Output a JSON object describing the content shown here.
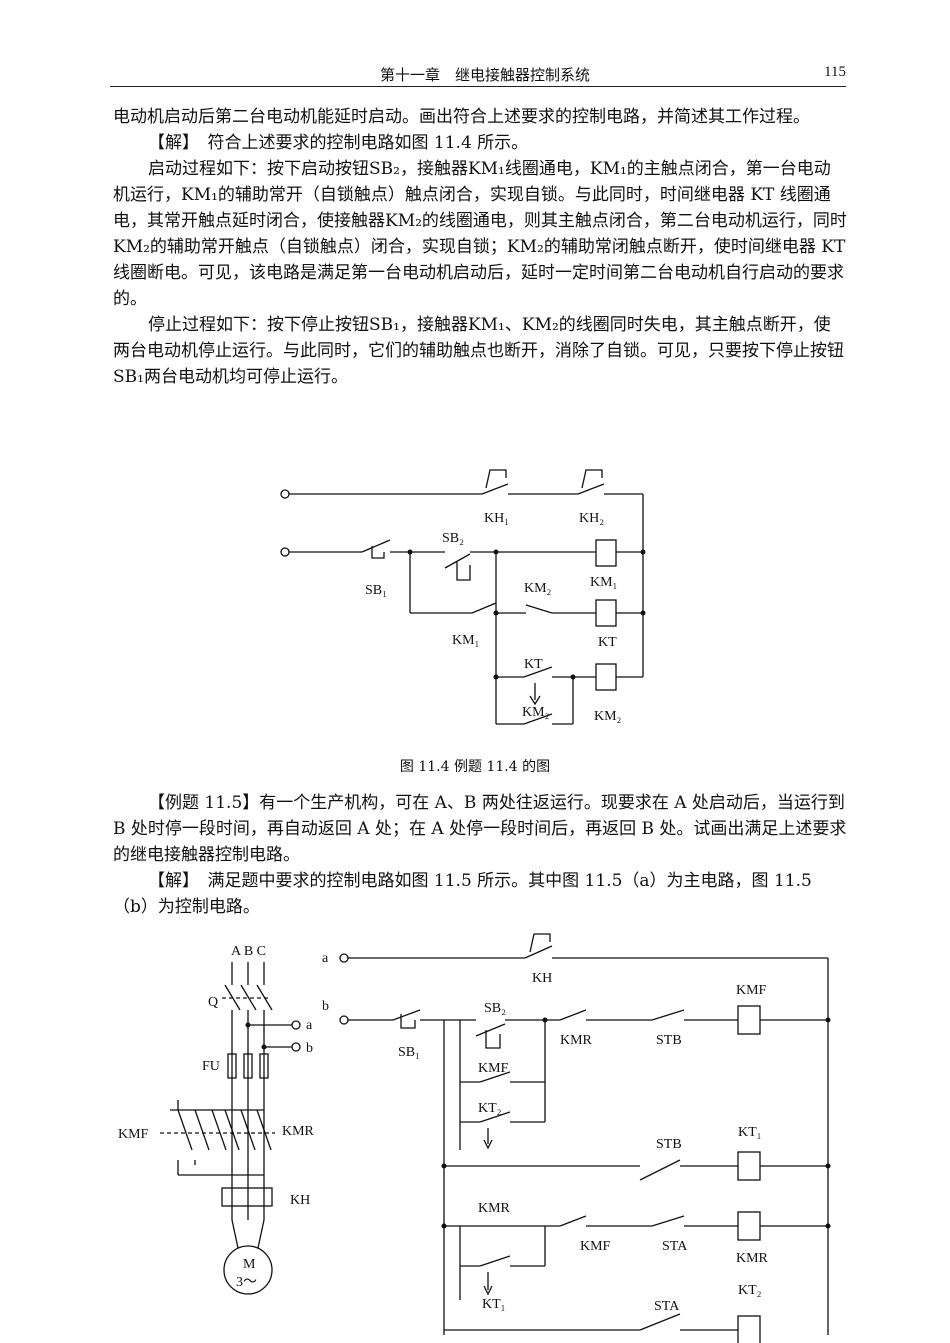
{
  "header": {
    "chapter_title": "第十一章　继电接触器控制系统",
    "page_number": "115"
  },
  "paragraphs": [
    "电动机启动后第二台电动机能延时启动。画出符合上述要求的控制电路，并简述其工作过程。",
    "【解】　符合上述要求的控制电路如图 11.4 所示。",
    "启动过程如下：按下启动按钮SB₂，接触器KM₁线圈通电，KM₁的主触点闭合，第一台电动机运行，KM₁的辅助常开（自锁触点）触点闭合，实现自锁。与此同时，时间继电器 KT 线圈通电，其常开触点延时闭合，使接触器KM₂的线圈通电，则其主触点闭合，第二台电动机运行，同时KM₂的辅助常开触点（自锁触点）闭合，实现自锁；KM₂的辅助常闭触点断开，使时间继电器 KT 线圈断电。可见，该电路是满足第一台电动机启动后，延时一定时间第二台电动机自行启动的要求的。",
    "停止过程如下：按下停止按钮SB₁，接触器KM₁、KM₂的线圈同时失电，其主触点断开，使两台电动机停止运行。与此同时，它们的辅助触点也断开，消除了自锁。可见，只要按下停止按钮SB₁两台电动机均可停止运行。",
    "【例题 11.5】有一个生产机构，可在 A、B 两处往返运行。现要求在 A 处启动后，当运行到 B 处时停一段时间，再自动返回 A 处；在 A 处停一段时间后，再返回 B 处。试画出满足上述要求的继电接触器控制电路。",
    "【解】　满足题中要求的控制电路如图 11.5 所示。其中图 11.5（a）为主电路，图 11.5（b）为控制电路。"
  ],
  "fig114": {
    "caption": "图 11.4  例题 11.4 的图",
    "labels": {
      "kh1": "KH₁",
      "kh2": "KH₂",
      "sb2": "SB₂",
      "sb1": "SB₁",
      "km2a": "KM₂",
      "km1coil": "KM₁",
      "km1": "KM₁",
      "kt_coil": "KT",
      "kt": "KT",
      "km2b": "KM₂",
      "km2coil": "KM₂"
    }
  },
  "fig115": {
    "labels": {
      "abc": "A  B  C",
      "q": "Q",
      "fu": "FU",
      "kmf_l": "KMF",
      "kmr_l": "KMR",
      "kh_main": "KH",
      "motor_m": "M",
      "motor_3": "3～",
      "a_out": "a",
      "b_out": "b",
      "a": "a",
      "b": "b",
      "kh": "KH",
      "kmf_coil": "KMF",
      "sb2": "SB₂",
      "sb1": "SB₁",
      "kmr_nc": "KMR",
      "stb": "STB",
      "kmf_hold": "KMF",
      "kt2": "KT₂",
      "kt1coil": "KT₁",
      "stb2": "STB",
      "kmr_hold": "KMR",
      "kmf_nc": "KMF",
      "sta": "STA",
      "kmr_coil": "KMR",
      "kt1": "KT₁",
      "kt2coil": "KT₂",
      "sta2": "STA"
    }
  }
}
